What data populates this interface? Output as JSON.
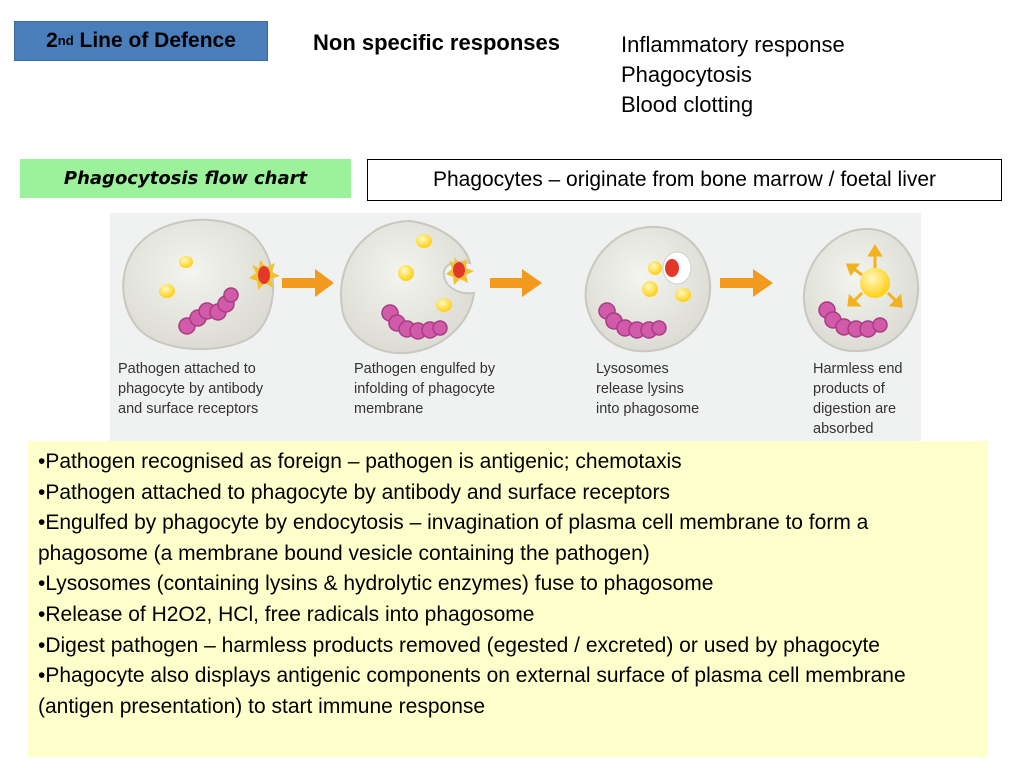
{
  "header": {
    "title_main": "2",
    "title_sup": "nd",
    "title_rest": " Line of Defence",
    "nonspecific_heading": "Non specific responses",
    "nonspecific_items": [
      "Inflammatory response",
      "Phagocytosis",
      "Blood clotting"
    ]
  },
  "flow_label": "Phagocytosis flow chart",
  "origin_text": "Phagocytes – originate from bone marrow / foetal liver",
  "diagram": {
    "steps": [
      {
        "caption_lines": [
          "Pathogen attached to",
          "phagocyte by antibody",
          "and surface receptors"
        ]
      },
      {
        "caption_lines": [
          "Pathogen engulfed by",
          "infolding of phagocyte",
          "membrane"
        ]
      },
      {
        "caption_lines": [
          "Lysosomes",
          "release lysins",
          "into phagosome"
        ]
      },
      {
        "caption_lines": [
          "Harmless end",
          "products of",
          "digestion are",
          "absorbed"
        ]
      }
    ],
    "colors": {
      "cell_fill": "#e9e9e4",
      "cell_stroke": "#c8c8c0",
      "nucleus": "#d15aa9",
      "lysosome": "#ffe54a",
      "pathogen": "#e2382a",
      "arrow": "#f29a1e"
    }
  },
  "notes": [
    "•Pathogen recognised as foreign – pathogen is antigenic; chemotaxis",
    "•Pathogen attached to phagocyte by antibody and surface receptors",
    "•Engulfed by phagocyte by endocytosis – invagination of plasma cell membrane to form a phagosome (a membrane bound vesicle containing the pathogen)",
    "•Lysosomes (containing lysins & hydrolytic enzymes) fuse to phagosome",
    "•Release of H2O2, HCl, free radicals into phagosome",
    "•Digest pathogen – harmless products removed (egested / excreted)  or used by phagocyte",
    "•Phagocyte also displays antigenic components on external surface of plasma cell membrane (antigen presentation) to start immune response"
  ]
}
